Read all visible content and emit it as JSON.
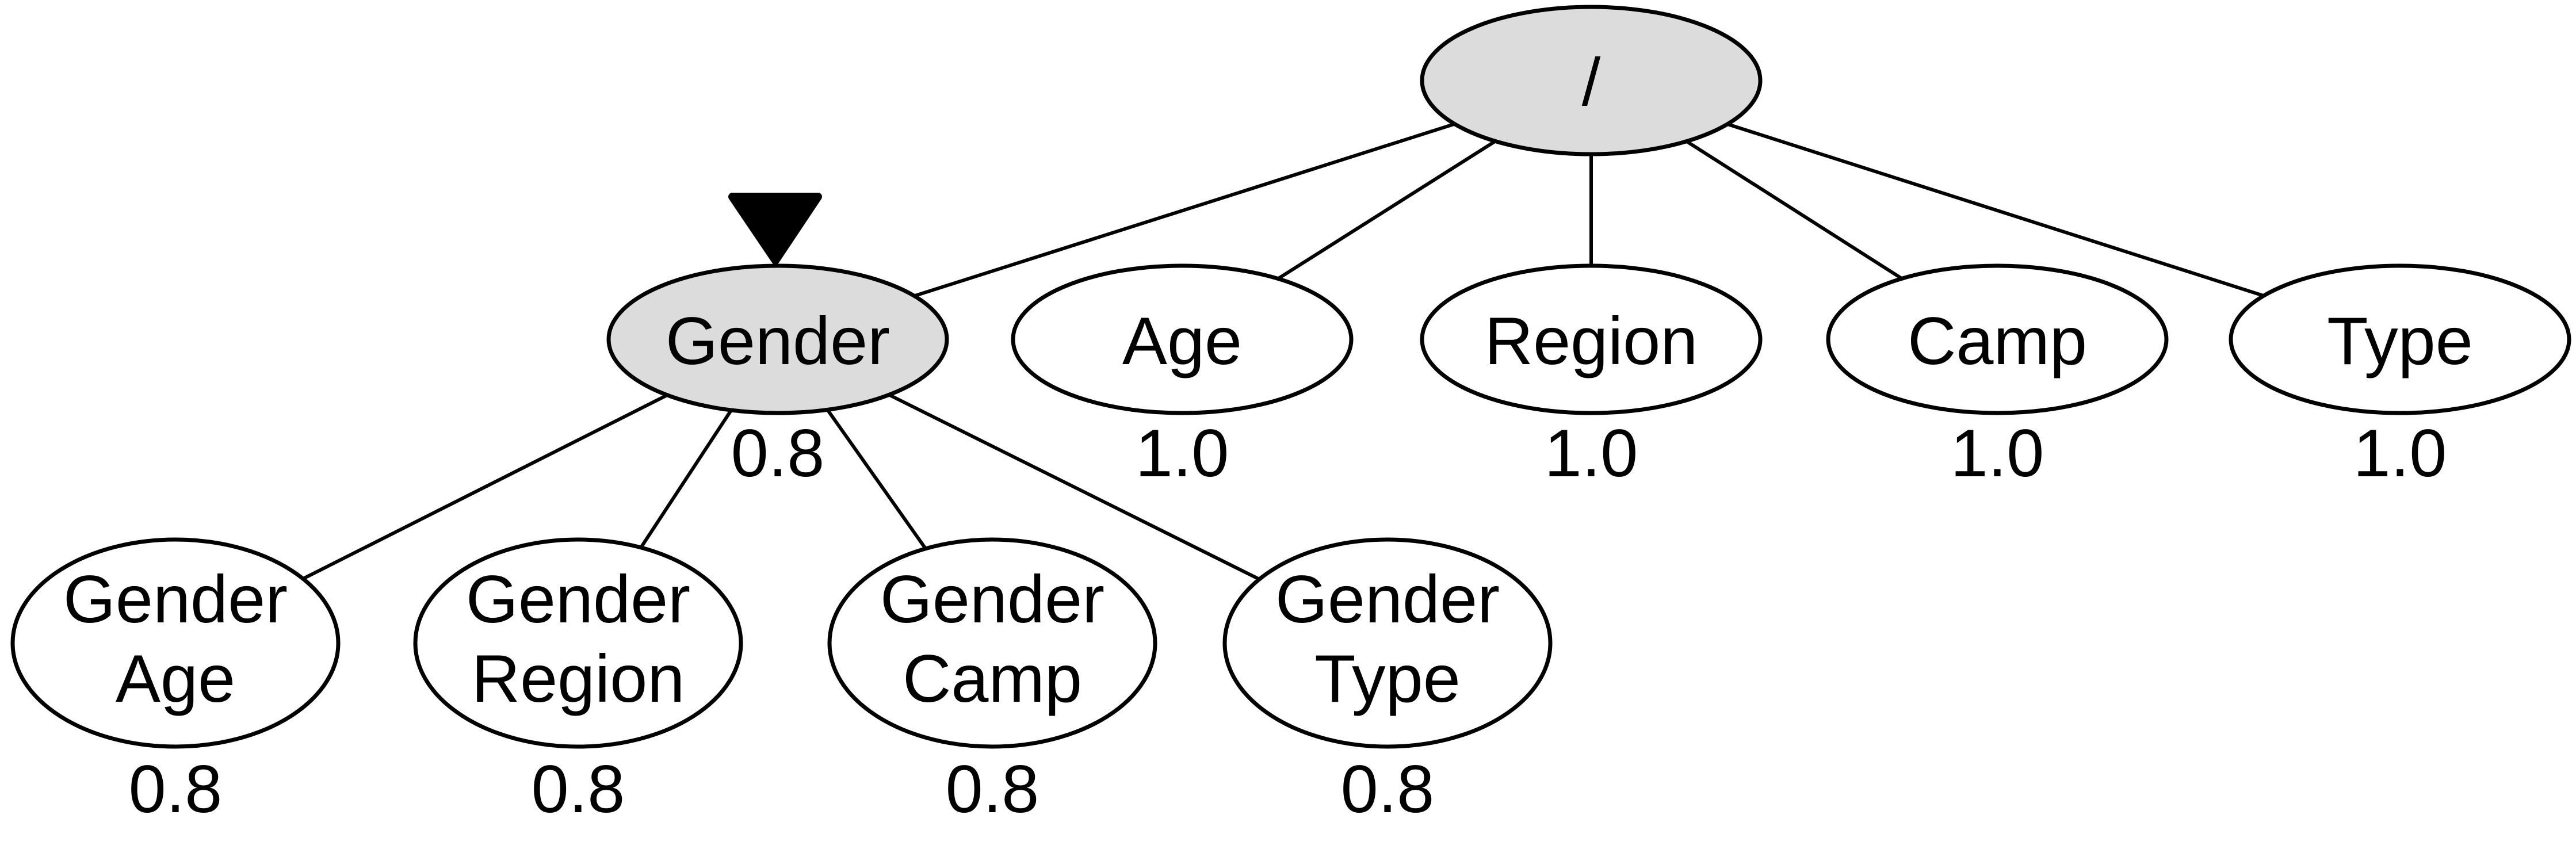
{
  "diagram": {
    "kind": "attribute-hierarchy-tree",
    "colors": {
      "background": "#ffffff",
      "selected_node_fill": "#dcdcdc",
      "default_node_fill": "#ffffff",
      "stroke": "#000000"
    },
    "cursor": {
      "shape": "triangle-down",
      "points_at": "Gender"
    },
    "tree": {
      "root": {
        "id": "root",
        "label": "/",
        "selected": true
      },
      "level1": [
        {
          "id": "gender",
          "label": "Gender",
          "weight": "0.8",
          "selected": true,
          "has_cursor": true
        },
        {
          "id": "age",
          "label": "Age",
          "weight": "1.0",
          "selected": false
        },
        {
          "id": "region",
          "label": "Region",
          "weight": "1.0",
          "selected": false
        },
        {
          "id": "camp",
          "label": "Camp",
          "weight": "1.0",
          "selected": false
        },
        {
          "id": "type",
          "label": "Type",
          "weight": "1.0",
          "selected": false
        }
      ],
      "level2": [
        {
          "id": "gender-age",
          "label_line1": "Gender",
          "label_line2": "Age",
          "weight": "0.8"
        },
        {
          "id": "gender-region",
          "label_line1": "Gender",
          "label_line2": "Region",
          "weight": "0.8"
        },
        {
          "id": "gender-camp",
          "label_line1": "Gender",
          "label_line2": "Camp",
          "weight": "0.8"
        },
        {
          "id": "gender-type",
          "label_line1": "Gender",
          "label_line2": "Type",
          "weight": "0.8"
        }
      ]
    }
  }
}
